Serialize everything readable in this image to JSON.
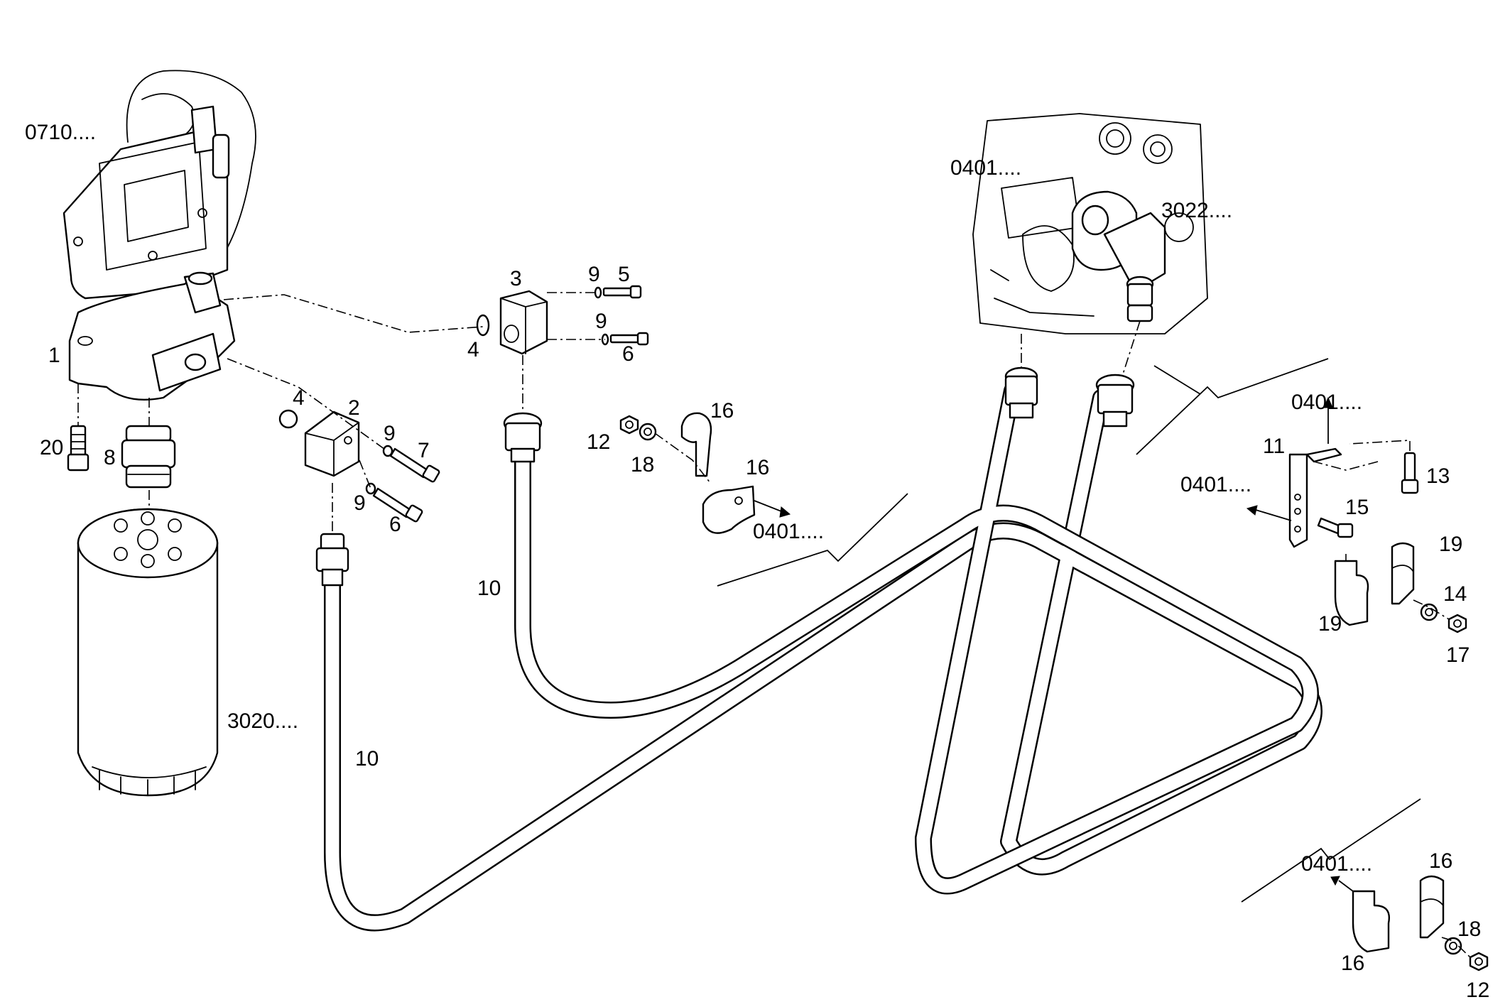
{
  "labels": {
    "ref_0710": "0710....",
    "ref_3020": "3020....",
    "ref_0401_engine": "0401....",
    "ref_3022": "3022....",
    "ref_0401_clamp": "0401....",
    "ref_0401_bracket_top": "0401....",
    "ref_0401_bracket_left": "0401....",
    "ref_0401_bottom": "0401....",
    "p1": "1",
    "p2": "2",
    "p3": "3",
    "p4_a": "4",
    "p4_b": "4",
    "p5": "5",
    "p6_a": "6",
    "p6_b": "6",
    "p7": "7",
    "p8": "8",
    "p9_a": "9",
    "p9_b": "9",
    "p9_c": "9",
    "p9_d": "9",
    "p10_a": "10",
    "p10_b": "10",
    "p11": "11",
    "p12_a": "12",
    "p12_b": "12",
    "p13": "13",
    "p14": "14",
    "p15": "15",
    "p16_a": "16",
    "p16_b": "16",
    "p16_c": "16",
    "p16_d": "16",
    "p17": "17",
    "p18_a": "18",
    "p18_b": "18",
    "p19_a": "19",
    "p19_b": "19",
    "p20": "20"
  }
}
